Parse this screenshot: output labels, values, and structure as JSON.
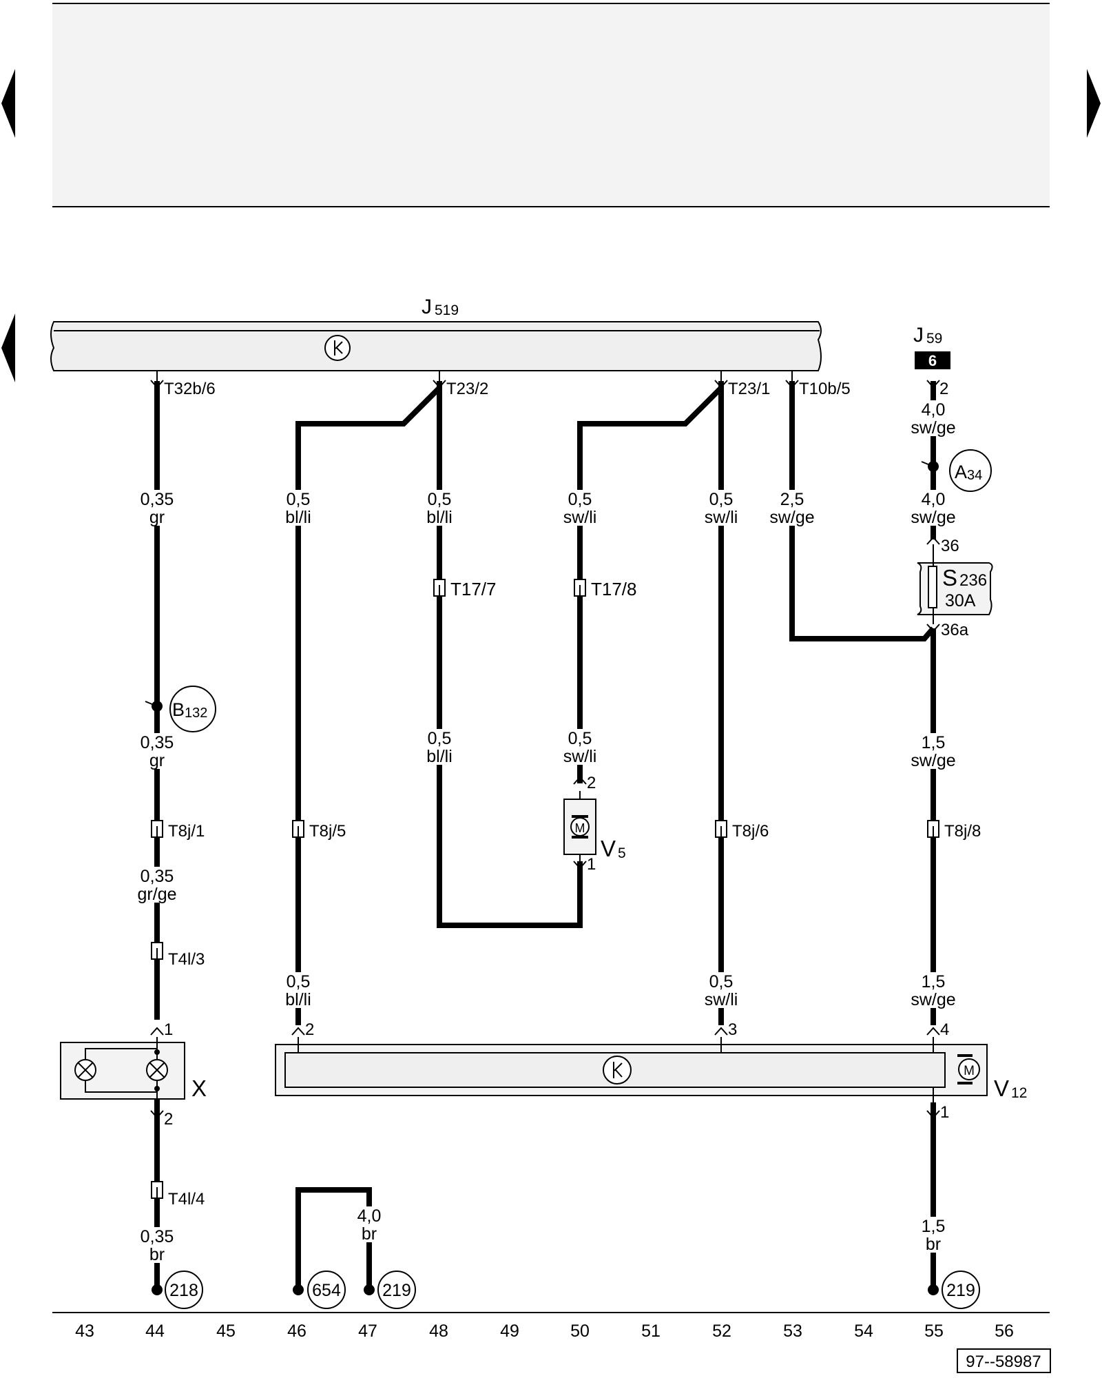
{
  "modules": {
    "j519": {
      "name": "J",
      "sub": "519"
    },
    "j59": {
      "name": "J",
      "sub": "59",
      "badge": "6"
    },
    "v5": {
      "name": "V",
      "sub": "5",
      "motor": "M"
    },
    "v12": {
      "name": "V",
      "sub": "12",
      "motor": "M"
    },
    "x": {
      "name": "X"
    },
    "s236": {
      "name": "S",
      "sub": "236",
      "rating": "30A"
    }
  },
  "connectors": {
    "t32b6": "T32b/6",
    "t23_2": "T23/2",
    "t23_1": "T23/1",
    "t10b5": "T10b/5",
    "j59_pin": "2",
    "s236_in": "36",
    "s236_out": "36a",
    "t17_7": "T17/7",
    "t17_8": "T17/8",
    "v5_pin2": "2",
    "v5_pin1": "1",
    "t8j1": "T8j/1",
    "t8j5": "T8j/5",
    "t8j6": "T8j/6",
    "t8j8": "T8j/8",
    "t4l3": "T4l/3",
    "t4l4": "T4l/4",
    "x_pin1": "1",
    "x_pin2": "2",
    "v12_pin2": "2",
    "v12_pin3": "3",
    "v12_pin4": "4",
    "v12_pin1": "1"
  },
  "wires": [
    {
      "id": "w44a",
      "size": "0,35",
      "color": "gr"
    },
    {
      "id": "w44b",
      "size": "0,35",
      "color": "gr"
    },
    {
      "id": "w44c",
      "size": "0,35",
      "color": "gr/ge"
    },
    {
      "id": "w44d",
      "size": "0,35",
      "color": "br"
    },
    {
      "id": "w46",
      "size": "0,5",
      "color": "bl/li"
    },
    {
      "id": "w48a",
      "size": "0,5",
      "color": "bl/li"
    },
    {
      "id": "w48b",
      "size": "0,5",
      "color": "bl/li"
    },
    {
      "id": "w50a",
      "size": "0,5",
      "color": "sw/li"
    },
    {
      "id": "w50b",
      "size": "0,5",
      "color": "sw/li"
    },
    {
      "id": "w52",
      "size": "0,5",
      "color": "sw/li"
    },
    {
      "id": "w53",
      "size": "2,5",
      "color": "sw/ge"
    },
    {
      "id": "w55a",
      "size": "4,0",
      "color": "sw/ge"
    },
    {
      "id": "w55b",
      "size": "4,0",
      "color": "sw/ge"
    },
    {
      "id": "w55c",
      "size": "1,5",
      "color": "sw/ge"
    },
    {
      "id": "w46b",
      "size": "0,5",
      "color": "bl/li"
    },
    {
      "id": "w52b",
      "size": "0,5",
      "color": "sw/li"
    },
    {
      "id": "w55d",
      "size": "1,5",
      "color": "sw/ge"
    },
    {
      "id": "w47",
      "size": "4,0",
      "color": "br"
    },
    {
      "id": "w55e",
      "size": "1,5",
      "color": "br"
    }
  ],
  "junctions": {
    "a34": {
      "name": "A",
      "sub": "34"
    },
    "b132": {
      "name": "B",
      "sub": "132"
    }
  },
  "ground_refs": [
    "218",
    "654",
    "219",
    "219"
  ],
  "grid_numbers": [
    "43",
    "44",
    "45",
    "46",
    "47",
    "48",
    "49",
    "50",
    "51",
    "52",
    "53",
    "54",
    "55",
    "56"
  ],
  "diagram_id": "97--58987"
}
